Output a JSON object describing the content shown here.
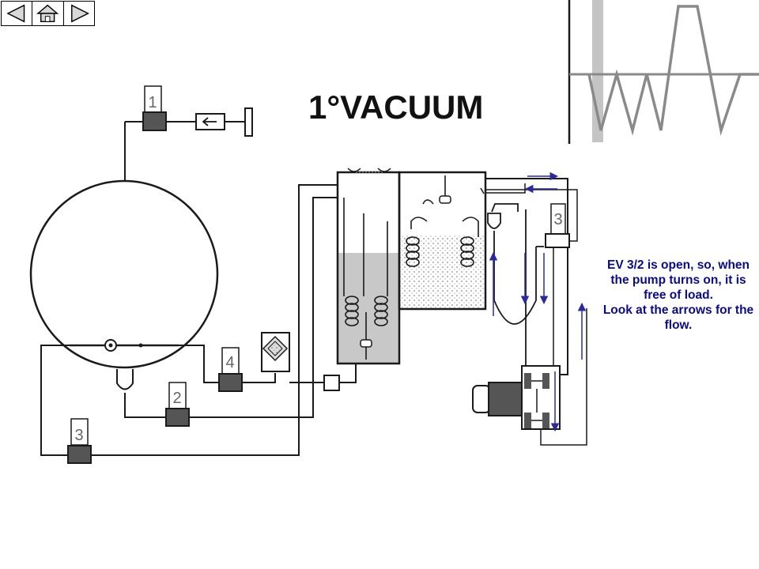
{
  "nav": {
    "back_icon": "triangle-left-icon",
    "home_icon": "house-icon",
    "forward_icon": "triangle-right-icon"
  },
  "title": "1°VACUUM",
  "note": {
    "main": "EV 3/2 is open, so, when the pump turns on, it is free of load.",
    "hint": "Look at the arrows for the flow."
  },
  "valves": {
    "v1_top": "1",
    "v2": "2",
    "v3_bottom": "3",
    "v4": "4",
    "v3_right": "3"
  },
  "colors": {
    "line": "#1a1a1a",
    "valve_body": "#555555",
    "liquid": "#c8c8c8",
    "flow_arrow": "#2a2aa0",
    "note_text": "#0a0a8c"
  }
}
